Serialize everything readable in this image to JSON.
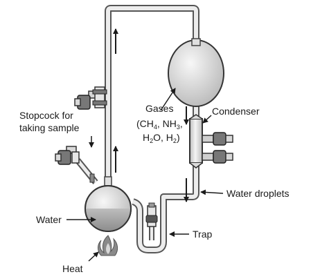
{
  "labels": {
    "stopcock_line1": "Stopcock for",
    "stopcock_line2": "taking sample",
    "gases": "Gases",
    "gas_open": "(CH",
    "gas_4": "4",
    "gas_nh": ", NH",
    "gas_3": "3",
    "gas_comma1": ",",
    "gas_h": "H",
    "gas_2a": "2",
    "gas_o": "O, H",
    "gas_2b": "2",
    "gas_close": ")",
    "condenser": "Condenser",
    "water_droplets": "Water droplets",
    "water": "Water",
    "trap": "Trap",
    "heat": "Heat"
  },
  "colors": {
    "stroke": "#333333",
    "glass_light": "#eeeeee",
    "glass_dark": "#a9a9a9",
    "water": "#9c9c9c",
    "flame": "#8a8a8a"
  }
}
